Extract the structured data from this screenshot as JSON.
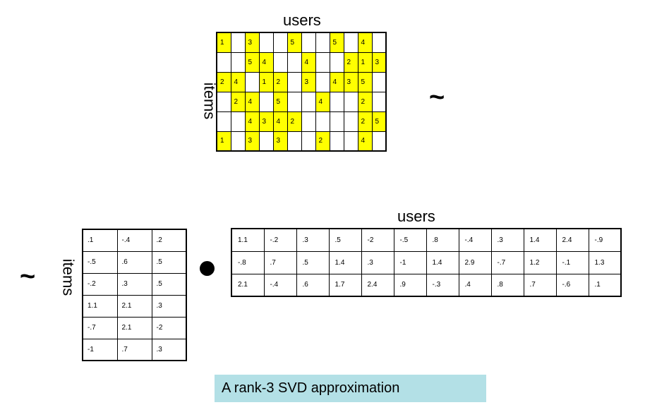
{
  "top_matrix": {
    "users_label": "users",
    "items_label": "items",
    "rows": [
      [
        "1",
        "",
        "3",
        "",
        "",
        "5",
        "",
        "",
        "5",
        "",
        "4",
        ""
      ],
      [
        "",
        "",
        "5",
        "4",
        "",
        "",
        "4",
        "",
        "",
        "2",
        "1",
        "3"
      ],
      [
        "2",
        "4",
        "",
        "1",
        "2",
        "",
        "3",
        "",
        "4",
        "3",
        "5",
        ""
      ],
      [
        "",
        "2",
        "4",
        "",
        "5",
        "",
        "",
        "4",
        "",
        "",
        "2",
        ""
      ],
      [
        "",
        "",
        "4",
        "3",
        "4",
        "2",
        "",
        "",
        "",
        "",
        "2",
        "5"
      ],
      [
        "1",
        "",
        "3",
        "",
        "3",
        "",
        "",
        "2",
        "",
        "",
        "4",
        ""
      ]
    ],
    "filled_color": "#ffff00",
    "approx_symbol": "~"
  },
  "bottom": {
    "approx_symbol": "~",
    "items_label": "items",
    "items_factor": [
      [
        ".1",
        "-.4",
        ".2"
      ],
      [
        "-.5",
        ".6",
        ".5"
      ],
      [
        "-.2",
        ".3",
        ".5"
      ],
      [
        "1.1",
        "2.1",
        ".3"
      ],
      [
        "-.7",
        "2.1",
        "-2"
      ],
      [
        "-1",
        ".7",
        ".3"
      ]
    ],
    "users_label": "users",
    "users_factor": [
      [
        "1.1",
        "-.2",
        ".3",
        ".5",
        "-2",
        "-.5",
        ".8",
        "-.4",
        ".3",
        "1.4",
        "2.4",
        "-.9"
      ],
      [
        "-.8",
        ".7",
        ".5",
        "1.4",
        ".3",
        "-1",
        "1.4",
        "2.9",
        "-.7",
        "1.2",
        "-.1",
        "1.3"
      ],
      [
        "2.1",
        "-.4",
        ".6",
        "1.7",
        "2.4",
        ".9",
        "-.3",
        ".4",
        ".8",
        ".7",
        "-.6",
        ".1"
      ]
    ]
  },
  "caption": {
    "text": "A rank-3 SVD approximation",
    "background": "#b3e0e6"
  }
}
